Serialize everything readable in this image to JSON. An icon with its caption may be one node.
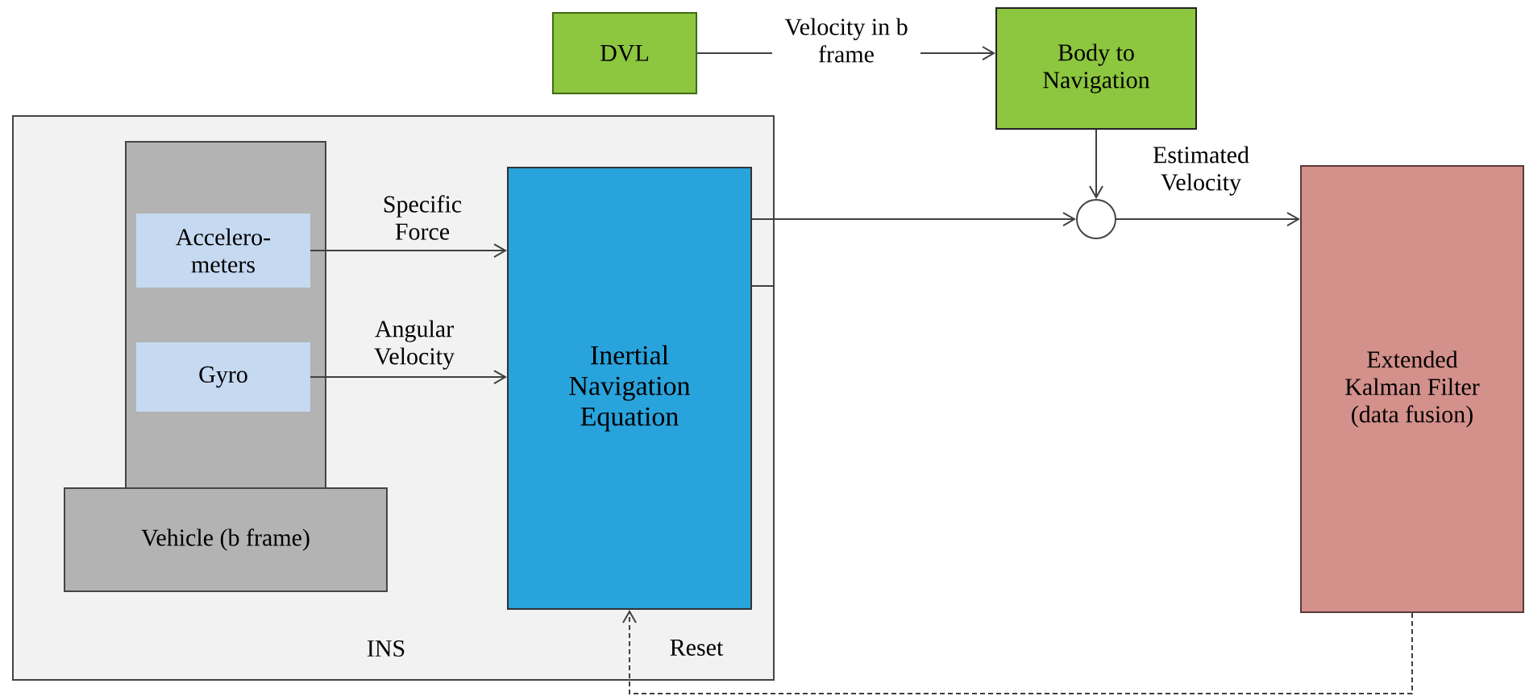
{
  "diagram": {
    "nodes": [
      {
        "text": [
          "DVL"
        ]
      },
      {
        "text": [
          "Body to Navigation"
        ]
      },
      {
        "text": [
          "INS"
        ]
      },
      {
        "text": [],
        "shape": "box",
        "in": 2
      },
      {
        "text": [
          "Accelero- meters"
        ],
        "in": 3
      },
      {
        "text": [
          "Gyro"
        ],
        "in": 3
      },
      {
        "text": [
          "Vehicle (b frame)"
        ],
        "in": 2
      },
      {
        "text": [
          "Inertial Navigation Equation"
        ],
        "in": 2
      },
      {
        "text": [],
        "shape": "circle"
      },
      {
        "text": [
          "Extended Kalman Filter (data fusion)"
        ]
      }
    ],
    "edges": [
      {
        "from": 0,
        "to": 1,
        "arrow": "to",
        "label": "Velocity in b frame"
      },
      {
        "from": 1,
        "to": 8,
        "arrow": "to"
      },
      {
        "from": 7,
        "to": 8,
        "arrow": "to"
      },
      {
        "from": 8,
        "to": 9,
        "arrow": "to",
        "label": "Estimated Velocity"
      },
      {
        "from": 4,
        "to": 7,
        "arrow": "to",
        "label": "Specific Force"
      },
      {
        "from": 5,
        "to": 7,
        "arrow": "to",
        "label": "Angular Velocity"
      },
      {
        "from": 9,
        "to": 7,
        "arrow": "to",
        "label": "Reset",
        "style": "dashed"
      }
    ]
  }
}
